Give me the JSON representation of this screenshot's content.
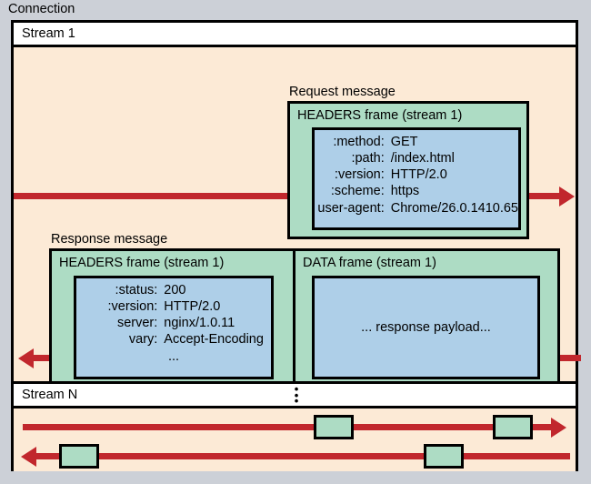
{
  "diagram": {
    "connection_label": "Connection",
    "streams": [
      {
        "name": "Stream 1"
      },
      {
        "name": "Stream N"
      }
    ],
    "ellipsis_glyph": "•",
    "request_message": {
      "label": "Request message",
      "frame_title": "HEADERS frame (stream 1)",
      "headers": [
        {
          "key": ":method:",
          "value": "GET"
        },
        {
          "key": ":path:",
          "value": "/index.html"
        },
        {
          "key": ":version:",
          "value": "HTTP/2.0"
        },
        {
          "key": ":scheme:",
          "value": "https"
        },
        {
          "key": "user-agent:",
          "value": "Chrome/26.0.1410.65"
        }
      ]
    },
    "response_message": {
      "label": "Response message",
      "headers_frame": {
        "frame_title": "HEADERS frame (stream 1)",
        "headers": [
          {
            "key": ":status:",
            "value": "200"
          },
          {
            "key": ":version:",
            "value": "HTTP/2.0"
          },
          {
            "key": "server:",
            "value": "nginx/1.0.11"
          },
          {
            "key": "vary:",
            "value": "Accept-Encoding"
          },
          {
            "key": "...",
            "value": ""
          }
        ]
      },
      "data_frame": {
        "frame_title": "DATA frame (stream 1)",
        "payload_text": "... response payload..."
      }
    },
    "colors": {
      "page_background": "#ccd0d7",
      "connection_fill": "#fcead6",
      "stream_header_fill": "#ffffff",
      "frame_green": "#addcc4",
      "payload_blue": "#aecfe8",
      "arrow_red": "#c1272d",
      "outline_black": "#000000"
    }
  }
}
